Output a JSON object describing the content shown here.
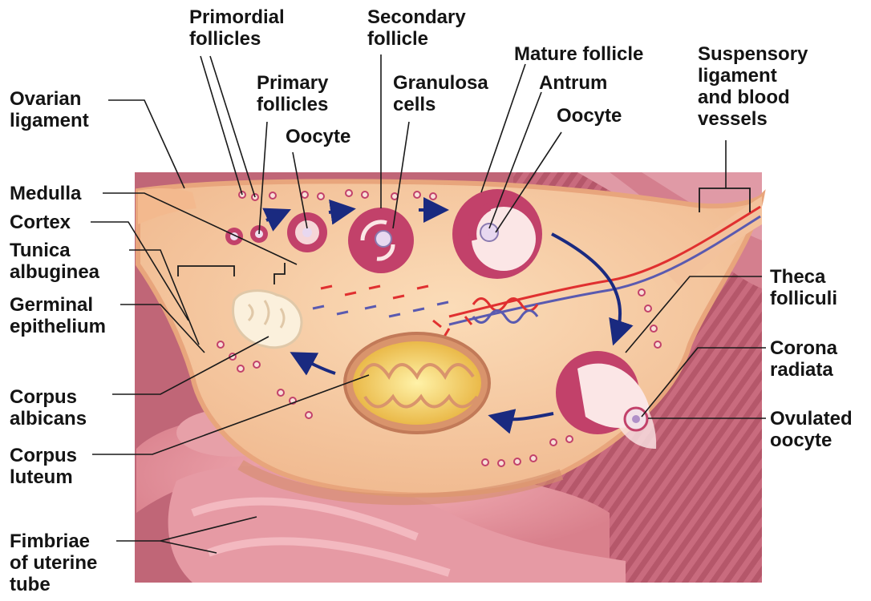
{
  "labels": {
    "primordial_follicles": "Primordial\nfollicles",
    "secondary_follicle": "Secondary\nfollicle",
    "mature_follicle": "Mature follicle",
    "suspensory_ligament": "Suspensory\nligament\nand blood\nvessels",
    "primary_follicles": "Primary\nfollicles",
    "granulosa_cells": "Granulosa\ncells",
    "antrum": "Antrum",
    "ovarian_ligament": "Ovarian\nligament",
    "oocyte_primary": "Oocyte",
    "oocyte_mature": "Oocyte",
    "medulla": "Medulla",
    "cortex": "Cortex",
    "tunica_albuginea": "Tunica\nalbuginea",
    "germinal_epithelium": "Germinal\nepithelium",
    "corpus_albicans": "Corpus\nalbicans",
    "corpus_luteum": "Corpus\nluteum",
    "fimbriae": "Fimbriae\nof uterine\ntube",
    "theca_folliculi": "Theca\nfolliculi",
    "corona_radiata": "Corona\nradiata",
    "ovulated_oocyte": "Ovulated\noocyte"
  },
  "colors": {
    "ovary": "#f6c89c",
    "ovary_rim": "#e8a57c",
    "follicle": "#c2416a",
    "fimbriae": "#e08a98",
    "arrow": "#1a2a80",
    "artery": "#e03030",
    "vein": "#5a5ab0",
    "luteum": "#f5d860",
    "albicans": "#fbf0dc"
  }
}
